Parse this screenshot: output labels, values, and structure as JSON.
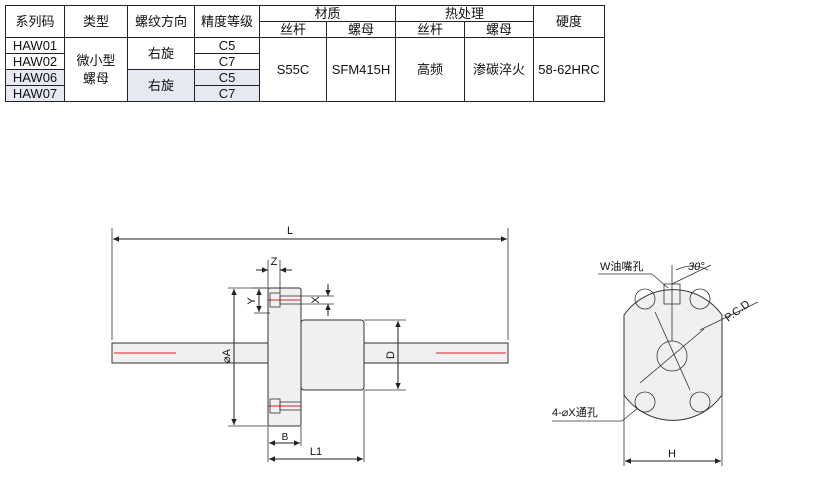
{
  "table": {
    "headers": {
      "series_code": "系列码",
      "type": "类型",
      "thread_direction": "螺纹方向",
      "precision_grade": "精度等级",
      "material": "材质",
      "heat_treatment": "热处理",
      "hardness": "硬度",
      "screw": "丝杆",
      "nut": "螺母"
    },
    "rows": [
      {
        "code": "HAW01",
        "grade": "C5"
      },
      {
        "code": "HAW02",
        "grade": "C7"
      },
      {
        "code": "HAW06",
        "grade": "C5"
      },
      {
        "code": "HAW07",
        "grade": "C7"
      }
    ],
    "type_line1": "微小型",
    "type_line2": "螺母",
    "direction_group1": "右旋",
    "direction_group2": "右旋",
    "material_screw": "S55C",
    "material_nut": "SFM415H",
    "heat_screw": "高频",
    "heat_nut": "渗碳淬火",
    "hardness": "58-62HRC",
    "shade_color": "#e6e8f2"
  },
  "drawing": {
    "side_view": {
      "dim_L": "L",
      "dim_Z": "Z",
      "dim_Y": "Y",
      "dim_X": "X",
      "dim_A": "⌀A",
      "dim_D": "D",
      "dim_B": "B",
      "dim_L1": "L1"
    },
    "front_view": {
      "oil_hole": "W油嘴孔",
      "angle": "30°",
      "pcd": "P.C.D",
      "through_hole": "4-⌀X通孔",
      "dim_H": "H"
    },
    "centerline_color": "#e02020"
  }
}
